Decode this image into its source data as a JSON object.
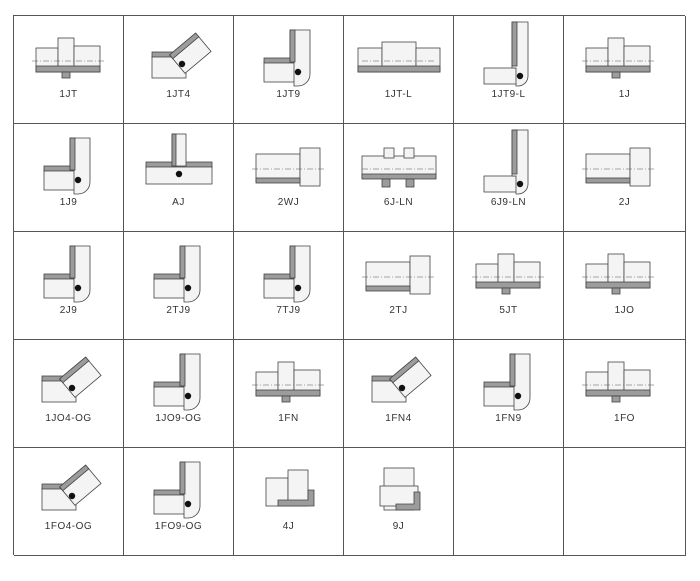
{
  "fittings": [
    {
      "label": "1JT",
      "icon": "straight-fitting-icon",
      "type": "straight"
    },
    {
      "label": "1JT4",
      "icon": "elbow-45-fitting-icon",
      "type": "e45"
    },
    {
      "label": "1JT9",
      "icon": "elbow-90-fitting-icon",
      "type": "e90"
    },
    {
      "label": "1JT-L",
      "icon": "long-straight-fitting-icon",
      "type": "long"
    },
    {
      "label": "1JT9-L",
      "icon": "long-elbow-90-fitting-icon",
      "type": "e90long"
    },
    {
      "label": "1J",
      "icon": "straight-fitting-icon",
      "type": "straight"
    },
    {
      "label": "1J9",
      "icon": "elbow-90-fitting-icon",
      "type": "e90"
    },
    {
      "label": "AJ",
      "icon": "tee-fitting-icon",
      "type": "tee"
    },
    {
      "label": "2WJ",
      "icon": "swivel-straight-fitting-icon",
      "type": "swivel"
    },
    {
      "label": "6J-LN",
      "icon": "bulkhead-fitting-icon",
      "type": "bulk"
    },
    {
      "label": "6J9-LN",
      "icon": "bulkhead-elbow-fitting-icon",
      "type": "e90long"
    },
    {
      "label": "2J",
      "icon": "swivel-straight-fitting-icon",
      "type": "swivel"
    },
    {
      "label": "2J9",
      "icon": "swivel-elbow-fitting-icon",
      "type": "e90"
    },
    {
      "label": "2TJ9",
      "icon": "elbow-90-fitting-icon",
      "type": "e90"
    },
    {
      "label": "7TJ9",
      "icon": "elbow-90-fitting-icon",
      "type": "e90"
    },
    {
      "label": "2TJ",
      "icon": "swivel-straight-fitting-icon",
      "type": "swivel"
    },
    {
      "label": "5JT",
      "icon": "straight-fitting-icon",
      "type": "straight"
    },
    {
      "label": "1JO",
      "icon": "straight-fitting-icon",
      "type": "straight"
    },
    {
      "label": "1JO4-OG",
      "icon": "elbow-45-fitting-icon",
      "type": "e45"
    },
    {
      "label": "1JO9-OG",
      "icon": "elbow-90-fitting-icon",
      "type": "e90"
    },
    {
      "label": "1FN",
      "icon": "straight-fitting-icon",
      "type": "straight"
    },
    {
      "label": "1FN4",
      "icon": "elbow-45-fitting-icon",
      "type": "e45"
    },
    {
      "label": "1FN9",
      "icon": "elbow-90-fitting-icon",
      "type": "e90"
    },
    {
      "label": "1FO",
      "icon": "straight-fitting-icon",
      "type": "straight"
    },
    {
      "label": "1FO4-OG",
      "icon": "elbow-45-fitting-icon",
      "type": "e45"
    },
    {
      "label": "1FO9-OG",
      "icon": "elbow-90-fitting-icon",
      "type": "e90"
    },
    {
      "label": "4J",
      "icon": "cap-fitting-icon",
      "type": "cap"
    },
    {
      "label": "9J",
      "icon": "plug-fitting-icon",
      "type": "plug"
    },
    {
      "label": "",
      "icon": "",
      "type": "empty"
    },
    {
      "label": "",
      "icon": "",
      "type": "empty"
    }
  ]
}
